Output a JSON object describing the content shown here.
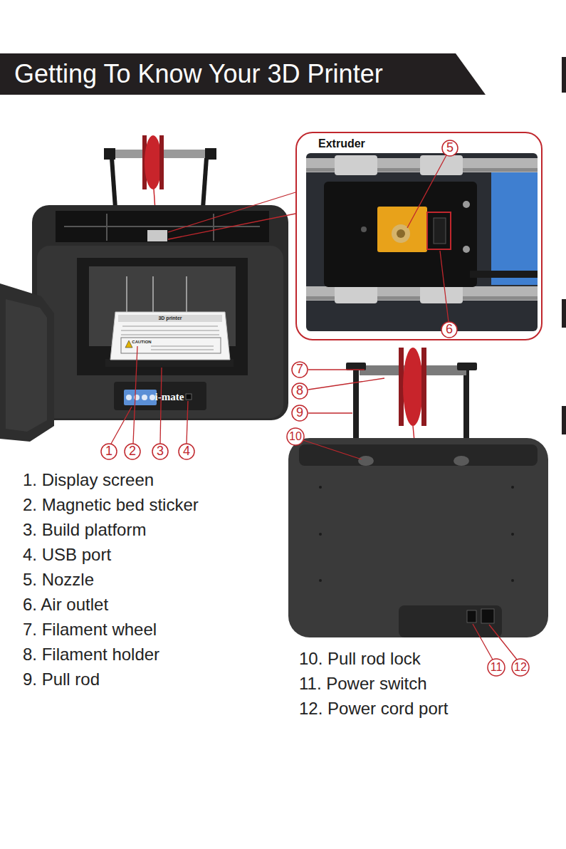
{
  "diagram": {
    "title": "Getting To Know Your 3D Printer",
    "nodes": [
      {
        "text": [
          "Extruder"
        ]
      }
    ],
    "labels": [
      "3D printer",
      "CAUTION",
      "i-mate",
      "1",
      "2",
      "3",
      "4",
      "5",
      "6",
      "7",
      "8",
      "9",
      "10",
      "11",
      "12",
      "1. Display screen",
      "2. Magnetic bed sticker",
      "3. Build platform",
      "4. USB port",
      "5. Nozzle",
      "6. Air outlet",
      "7. Filament wheel",
      "8. Filament holder",
      "9. Pull rod",
      "10. Pull rod lock",
      "11. Power switch",
      "12. Power cord port"
    ]
  }
}
